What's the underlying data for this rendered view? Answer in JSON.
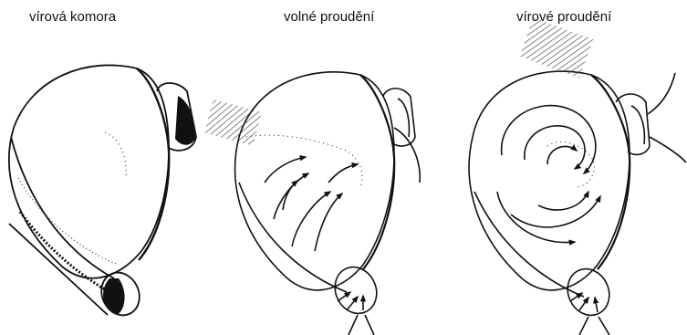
{
  "panels": [
    {
      "label": "vírová komora"
    },
    {
      "label": "volné proudění"
    },
    {
      "label": "vírové proudění"
    }
  ],
  "colors": {
    "ink": "#111111",
    "background": "#ffffff"
  }
}
